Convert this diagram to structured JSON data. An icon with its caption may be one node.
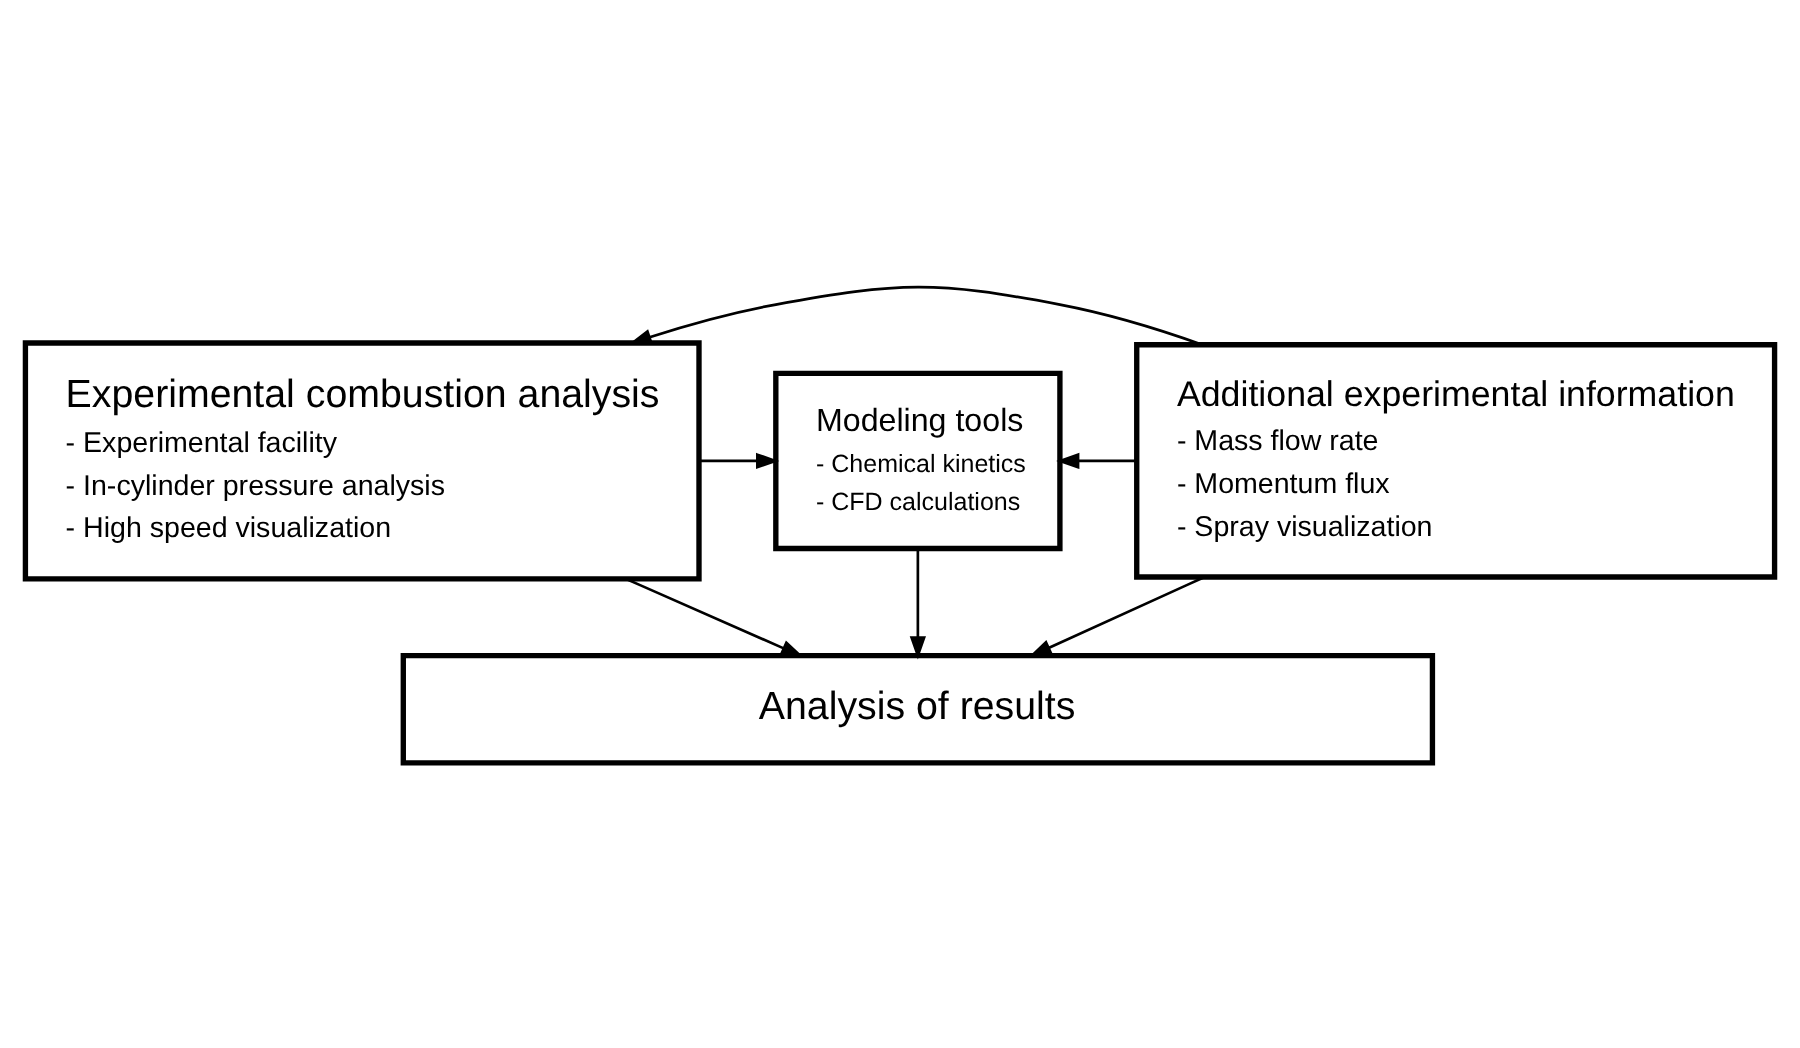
{
  "diagram": {
    "nodes": [
      {
        "text": [
          "Experimental combustion analysis",
          "- Experimental facility",
          "- In-cylinder pressure analysis",
          "- High speed visualization"
        ]
      },
      {
        "text": [
          "Modeling tools",
          "- Chemical kinetics",
          "- CFD calculations"
        ]
      },
      {
        "text": [
          "Additional experimental information",
          "- Mass flow rate",
          "- Momentum flux",
          "- Spray visualization"
        ]
      },
      {
        "text": [
          "Analysis of results"
        ]
      }
    ],
    "edges": [
      {
        "from": 0,
        "to": 1,
        "arrow": "to"
      },
      {
        "from": 2,
        "to": 1,
        "arrow": "to"
      },
      {
        "from": 2,
        "to": 0,
        "arrow": "to"
      },
      {
        "from": 0,
        "to": 3,
        "arrow": "to"
      },
      {
        "from": 2,
        "to": 3,
        "arrow": "to"
      },
      {
        "from": 1,
        "to": 3,
        "arrow": "to"
      }
    ]
  }
}
